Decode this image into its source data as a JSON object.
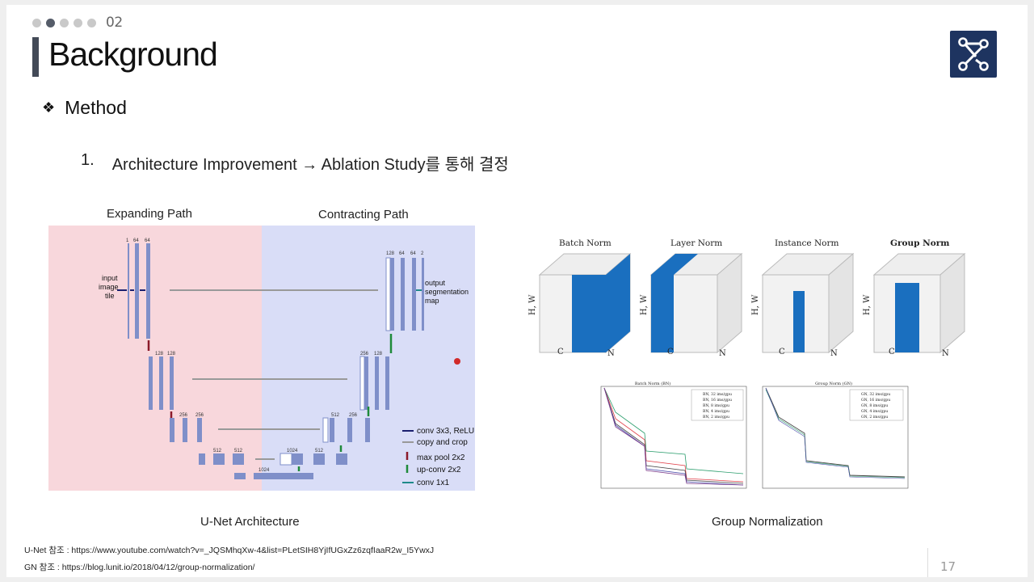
{
  "header": {
    "section_number": "02",
    "title": "Background"
  },
  "content": {
    "bullet": "Method",
    "item_number": "1.",
    "item_text": "Architecture Improvement → Ablation Study를 통해 결정"
  },
  "unet": {
    "label_expanding": "Expanding Path",
    "label_contracting": "Contracting Path",
    "input_label": [
      "input",
      "image",
      "tile"
    ],
    "output_label": [
      "output",
      "segmentation",
      "map"
    ],
    "channels": {
      "l1": [
        "1",
        "64",
        "64"
      ],
      "l2": [
        "128",
        "128"
      ],
      "l3": [
        "256",
        "256"
      ],
      "l4": [
        "512",
        "512"
      ],
      "l5": [
        "1024"
      ],
      "u4": [
        "1024",
        "512"
      ],
      "u3": [
        "512",
        "256"
      ],
      "u2": [
        "256",
        "128"
      ],
      "u1": [
        "128",
        "64",
        "64",
        "2"
      ]
    },
    "legend": [
      "conv 3x3, ReLU",
      "copy and crop",
      "max pool 2x2",
      "up-conv 2x2",
      "conv 1x1"
    ],
    "caption": "U-Net Architecture",
    "colors": {
      "left_bg": "#f8d7dc",
      "right_bg": "#d9ddf7",
      "block": "#7f8fc9",
      "arrow_conv": "#1a1f6e",
      "arrow_copy": "#999999",
      "arrow_pool": "#8b1a2a",
      "arrow_up": "#1f8a3a",
      "arrow_final": "#1f8a8a"
    }
  },
  "gn": {
    "norm_titles": [
      "Batch Norm",
      "Layer Norm",
      "Instance Norm",
      "Group Norm"
    ],
    "axis_hw": "H, W",
    "axis_c": "C",
    "axis_n": "N",
    "chart_titles": [
      "Batch Norm (BN)",
      "Group Norm (GN)"
    ],
    "legend_bn": [
      "BN, 32 ims/gpu",
      "BN, 16 ims/gpu",
      "BN, 8 ims/gpu",
      "BN, 4 ims/gpu",
      "BN, 2 ims/gpu"
    ],
    "legend_gn": [
      "GN, 32 ims/gpu",
      "GN, 16 ims/gpu",
      "GN, 8 ims/gpu",
      "GN, 4 ims/gpu",
      "GN, 2 ims/gpu"
    ],
    "caption": "Group Normalization",
    "colors": {
      "highlight": "#1a6fbf",
      "grid": "#d9d9d9"
    }
  },
  "references": {
    "unet_ref": "U-Net 참조 : https://www.youtube.com/watch?v=_JQSMhqXw-4&list=PLetSIH8YjIfUGxZz6zqfIaaR2w_I5YwxJ",
    "gn_ref": "GN 참조 : https://blog.lunit.io/2018/04/12/group-normalization/"
  },
  "footer": {
    "page_number": "17"
  }
}
